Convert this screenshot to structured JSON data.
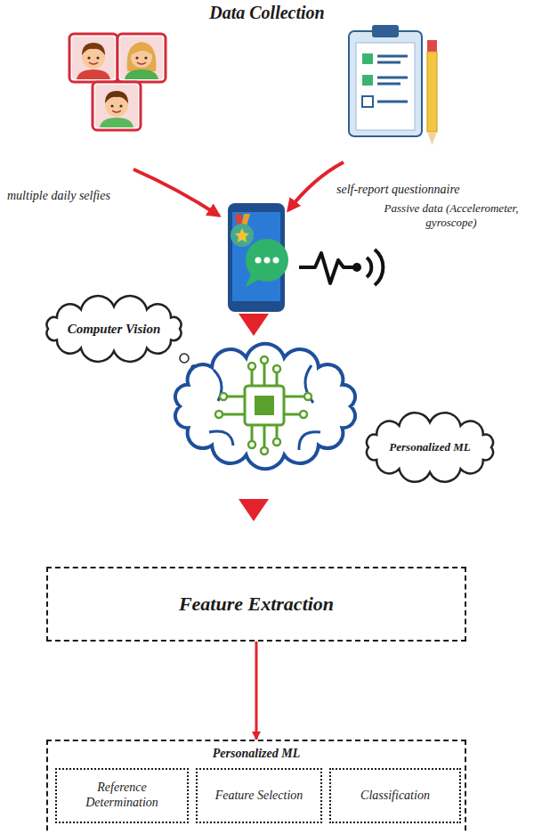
{
  "diagram": {
    "title": "Data Collection",
    "nodes": [
      {
        "text": [
          "Computer Vision"
        ]
      },
      {
        "text": [
          "Personalized ML"
        ]
      },
      {
        "text": [
          "Feature Extraction"
        ]
      },
      {
        "text": [
          "Personalized ML"
        ]
      },
      {
        "text": [
          "Reference Determination"
        ],
        "in": 3
      },
      {
        "text": [
          "Feature Selection"
        ],
        "in": 3
      },
      {
        "text": [
          "Classification"
        ],
        "in": 3
      }
    ],
    "edges": [
      {
        "from": 2,
        "to": 3,
        "arrow": "to"
      }
    ],
    "labels": [
      "multiple daily selfies",
      "self-report questionnaire",
      "Passive data (Accelerometer, gyroscope)"
    ]
  }
}
